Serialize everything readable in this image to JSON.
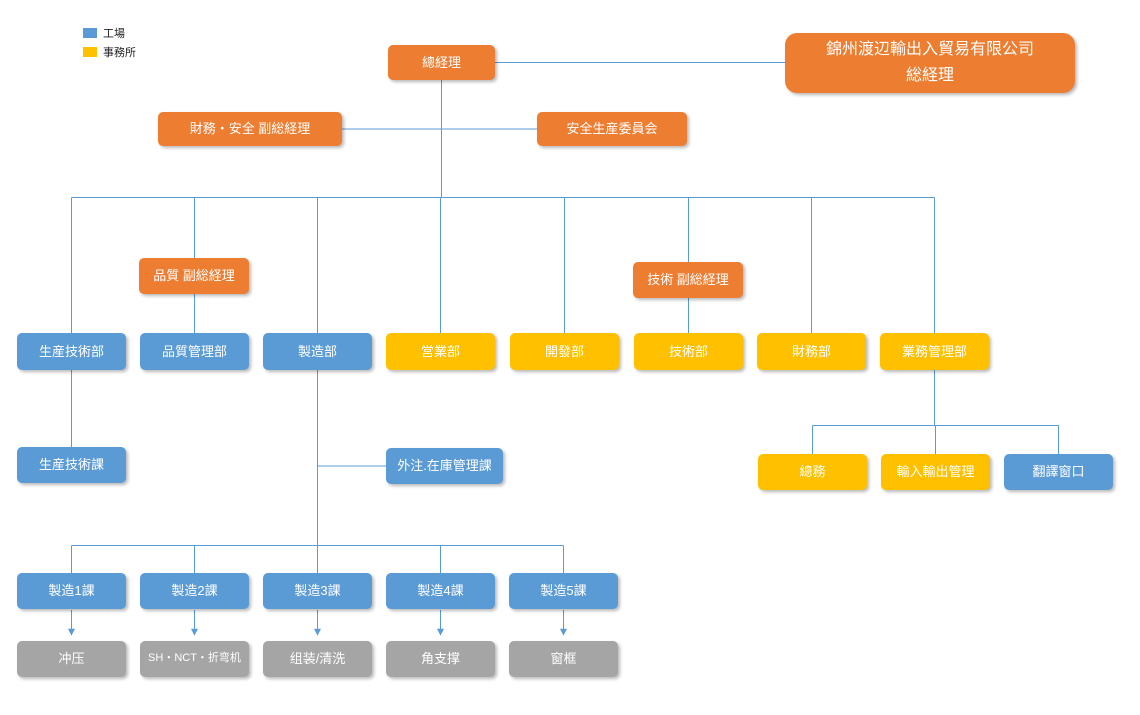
{
  "legend": {
    "items": [
      {
        "label": "工場",
        "color": "#5B9BD5"
      },
      {
        "label": "事務所",
        "color": "#FFC000"
      }
    ]
  },
  "colors": {
    "factory_blue": "#5B9BD5",
    "office_yellow": "#FFC000",
    "exec_orange": "#ED7D31",
    "process_gray": "#A5A5A5",
    "connector_line": "#5B9BD5"
  },
  "nodes": {
    "gm": {
      "label": "總経理"
    },
    "company": {
      "line1": "錦州渡辺輸出入貿易有限公司",
      "line2": "総経理"
    },
    "vp_finance": {
      "label": "財務・安全 副総経理"
    },
    "safety_committee": {
      "label": "安全生産委員会"
    },
    "vp_quality": {
      "label": "品質 副総経理"
    },
    "vp_tech": {
      "label": "技術 副総経理"
    },
    "dept_prodtech": {
      "label": "生産技術部"
    },
    "dept_quality": {
      "label": "品質管理部"
    },
    "dept_mfg": {
      "label": "製造部"
    },
    "dept_sales": {
      "label": "営業部"
    },
    "dept_dev": {
      "label": "開發部"
    },
    "dept_tech": {
      "label": "技術部"
    },
    "dept_finance": {
      "label": "財務部"
    },
    "dept_bizmgmt": {
      "label": "業務管理部"
    },
    "sec_prodtech": {
      "label": "生産技術課"
    },
    "sec_outsource": {
      "label": "外注.在庫管理課"
    },
    "general_affairs": {
      "label": "總務"
    },
    "import_export": {
      "label": "輸入輸出管理"
    },
    "translation": {
      "label": "翻譯窗口"
    },
    "mfg1": {
      "label": "製造1課"
    },
    "mfg2": {
      "label": "製造2課"
    },
    "mfg3": {
      "label": "製造3課"
    },
    "mfg4": {
      "label": "製造4課"
    },
    "mfg5": {
      "label": "製造5課"
    },
    "proc1": {
      "label": "冲压"
    },
    "proc2": {
      "label": "SH・NCT・折弯机"
    },
    "proc3": {
      "label": "组装/清洗"
    },
    "proc4": {
      "label": "角支撑"
    },
    "proc5": {
      "label": "窗框"
    }
  }
}
